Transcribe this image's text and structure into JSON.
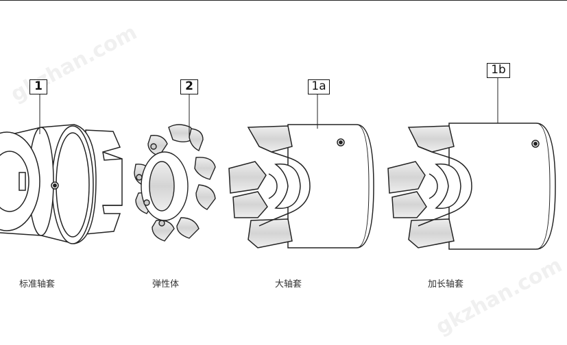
{
  "parts": [
    {
      "id": "standard-hub",
      "callout": "1",
      "caption": "标准轴套"
    },
    {
      "id": "elastic-spider",
      "callout": "2",
      "caption": "弹性体"
    },
    {
      "id": "large-hub",
      "callout": "1a",
      "caption": "大轴套"
    },
    {
      "id": "extended-hub",
      "callout": "1b",
      "caption": "加长轴套"
    }
  ],
  "watermark": "gkzhan.com",
  "colors": {
    "line": "#222222",
    "shade": "#d9d9d9",
    "face": "#ffffff"
  }
}
